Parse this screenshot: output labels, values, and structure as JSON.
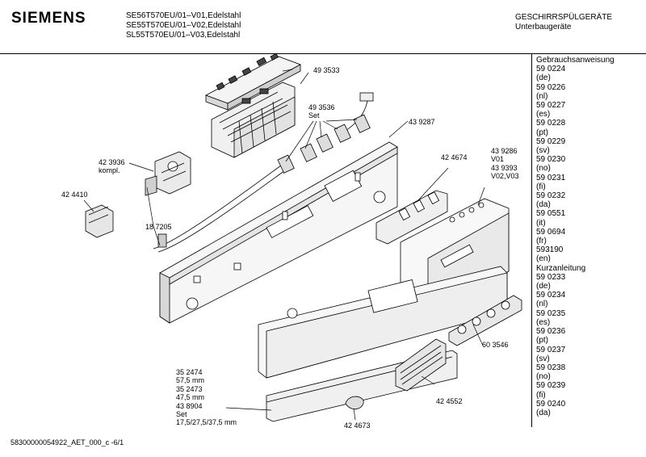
{
  "header": {
    "brand": "SIEMENS",
    "models": [
      "SE56T570EU/01–V01,Edelstahl",
      "SE55T570EU/01–V02,Edelstahl",
      "SL55T570EU/01–V03,Edelstahl"
    ],
    "category": "GESCHIRRSPÜLGERÄTE",
    "subcategory": "Unterbaugeräte"
  },
  "sidebar": {
    "lines": [
      "Gebrauchsanweisung",
      "59 0224",
      "(de)",
      "59 0226",
      "(nl)",
      "59 0227",
      "(es)",
      "59 0228",
      "(pt)",
      "59 0229",
      "(sv)",
      "59 0230",
      "(no)",
      "59 0231",
      "(fi)",
      "59 0232",
      "(da)",
      "59 0551",
      "(it)",
      "59 0694",
      "(fr)",
      "593190",
      "(en)",
      "Kurzanleitung",
      "59 0233",
      "(de)",
      "59 0234",
      "(nl)",
      "59 0235",
      "(es)",
      "59 0236",
      "(pt)",
      "59 0237",
      "(sv)",
      "59 0238",
      "(no)",
      "59 0239",
      "(fi)",
      "59 0240",
      "(da)"
    ]
  },
  "parts": {
    "p493533": "49 3533",
    "p493536": [
      "49 3536",
      "Set"
    ],
    "p439287": "43 9287",
    "p423936": [
      "42 3936",
      "kompl."
    ],
    "p424410": "42 4410",
    "p187205": "18 7205",
    "p424674": "42 4674",
    "p439286": [
      "43 9286",
      "V01",
      "43 9393",
      "V02,V03"
    ],
    "p352474": [
      "35 2474",
      "57,5 mm",
      "35 2473",
      "47,5 mm",
      "43 8904",
      "Set",
      "17,5/27,5/37,5 mm"
    ],
    "p603546": "60 3546",
    "p424552": "42 4552",
    "p424673": "42 4673"
  },
  "footer": "58300000054922_AET_000_c  -6/1"
}
